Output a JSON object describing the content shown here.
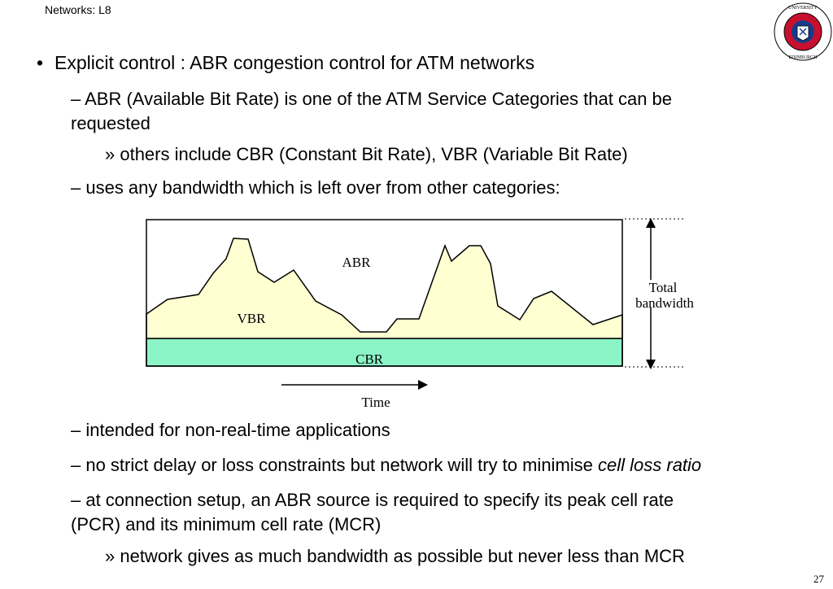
{
  "header": {
    "title": "Networks: L8"
  },
  "logo": {
    "text": "THE UNIVERSITY OF EDINBURGH",
    "colors": {
      "ring": "#c8102e",
      "inner": "#1a3a8a"
    }
  },
  "slide": {
    "bullet_marker": "•",
    "title": "Explicit control : ABR congestion control for ATM networks",
    "item1_line1": "– ABR (Available Bit Rate) is one of the ATM Service Categories that can be",
    "item1_line2": "requested",
    "item1_sub": "» others include CBR (Constant Bit Rate), VBR (Variable Bit Rate)",
    "item2": "– uses any bandwidth which is left over from other categories:",
    "item3": "– intended for non-real-time applications",
    "item4_prefix": "– no strict delay or loss constraints but network will try to minimise ",
    "item4_emph": "cell loss ratio",
    "item5_line1": "– at connection setup, an ABR source is required to specify its peak cell rate",
    "item5_line2": "(PCR) and its minimum cell rate (MCR)",
    "item5_sub": "» network gives as much bandwidth as possible but never less than MCR"
  },
  "diagram": {
    "abr_label": "ABR",
    "vbr_label": "VBR",
    "cbr_label": "CBR",
    "total_label_1": "Total",
    "total_label_2": "bandwidth",
    "time_label": "Time",
    "colors": {
      "vbr": "#ffffd2",
      "cbr": "#8cf5c8"
    }
  },
  "page_number": "27"
}
